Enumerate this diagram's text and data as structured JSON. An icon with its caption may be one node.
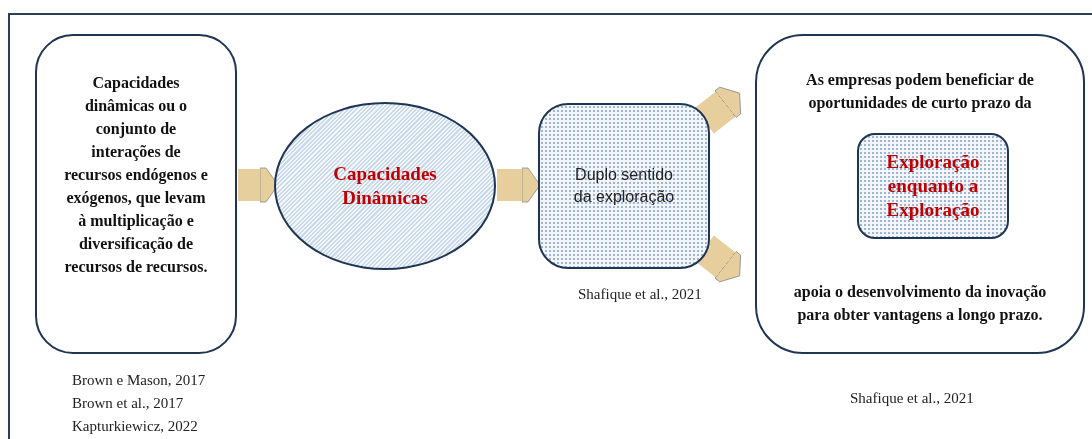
{
  "diagram": {
    "nodes": [
      {
        "text": [
          "Capacidades dinâmicas ou o conjunto de interações de recursos endógenos e exógenos, que levam à multiplicação e diversificação de recursos de recursos."
        ],
        "beside": [
          "Brown e Mason, 2017",
          "Brown et al., 2017",
          "Kapturkiewicz, 2022"
        ]
      },
      {
        "text": [
          "Capacidades Dinâmicas"
        ]
      },
      {
        "text": [
          "Duplo sentido da exploração"
        ],
        "beside": [
          "Shafique et al., 2021"
        ]
      },
      {
        "text": [
          "As empresas podem beneficiar de oportunidades de curto prazo da",
          "apoia o desenvolvimento da inovação para obter vantagens a longo prazo."
        ],
        "beside": [
          "Shafique et al., 2021"
        ]
      },
      {
        "text": [
          "Exploração enquanto a Exploração"
        ],
        "in": 3
      }
    ],
    "edges": [
      {
        "from": 0,
        "to": 1,
        "arrow": "to"
      },
      {
        "from": 1,
        "to": 2,
        "arrow": "to"
      },
      {
        "from": 2,
        "to": 3,
        "arrow": "to"
      },
      {
        "from": 2,
        "to": 3,
        "arrow": "to"
      }
    ]
  }
}
